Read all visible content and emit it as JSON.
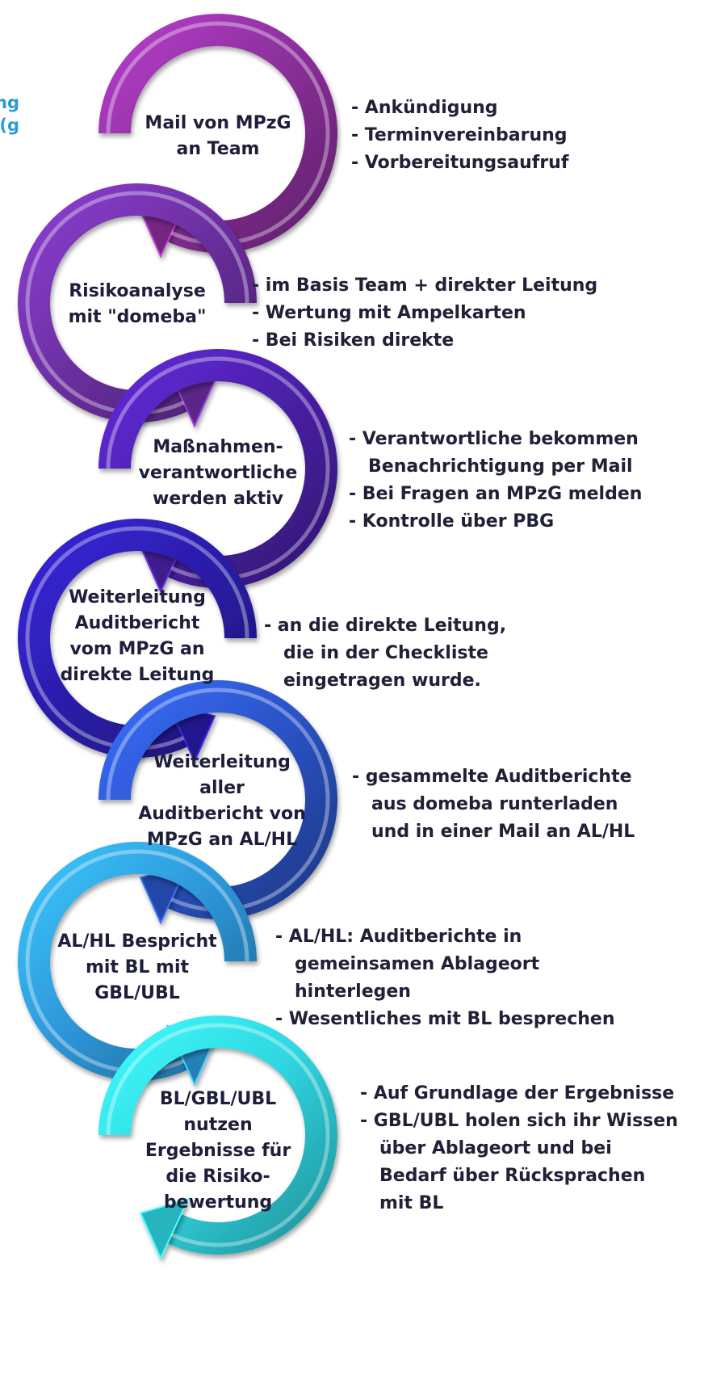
{
  "corner_fragments": [
    "ng",
    "g)"
  ],
  "steps": [
    {
      "title": "Mail von MPzG\nan Team",
      "color": "#8a2f9a",
      "notes": [
        "Ankündigung",
        "Terminvereinbarung",
        "Vorbereitungsaufruf"
      ]
    },
    {
      "title": "Risikoanalyse\nmit \"domeba\"",
      "color": "#6b2fa0",
      "notes": [
        "im Basis Team + direkter Leitung",
        "Wertung mit Ampelkarten",
        "Bei Risiken direkte"
      ]
    },
    {
      "title": "Maßnahmen-\nverantwortliche\nwerden aktiv",
      "color": "#4a20a6",
      "notes": [
        "Verantwortliche bekommen Benachrichtigung per Mail",
        "Bei Fragen an MPzG melden",
        "Kontrolle über PBG"
      ]
    },
    {
      "title": "Weiterleitung\nAuditbericht\nvom MPzG an\ndirekte Leitung",
      "color": "#2a1da8",
      "notes": [
        "an die direkte Leitung, die in der Checkliste eingetragen wurde."
      ]
    },
    {
      "title": "Weiterleitung\naller\nAuditbericht von\nMPzG an AL/HL",
      "color": "#2a52c4",
      "notes": [
        "gesammelte Auditberichte aus domeba runterladen und in einer Mail an AL/HL"
      ]
    },
    {
      "title": "AL/HL Bespricht\nmit BL mit\nGBL/UBL",
      "color": "#2d96d8",
      "notes": [
        "AL/HL: Auditberichte in gemeinsamen Ablageort hinterlegen",
        "Wesentliches mit BL besprechen"
      ]
    },
    {
      "title": "BL/GBL/UBL\nnutzen\nErgebnisse für\ndie Risiko-\nbewertung",
      "color": "#2fd4df",
      "notes": [
        "Auf Grundlage der Ergebnisse",
        "GBL/UBL holen sich ihr Wissen über Ablageort und bei Bedarf über Rücksprachen mit BL"
      ]
    }
  ]
}
